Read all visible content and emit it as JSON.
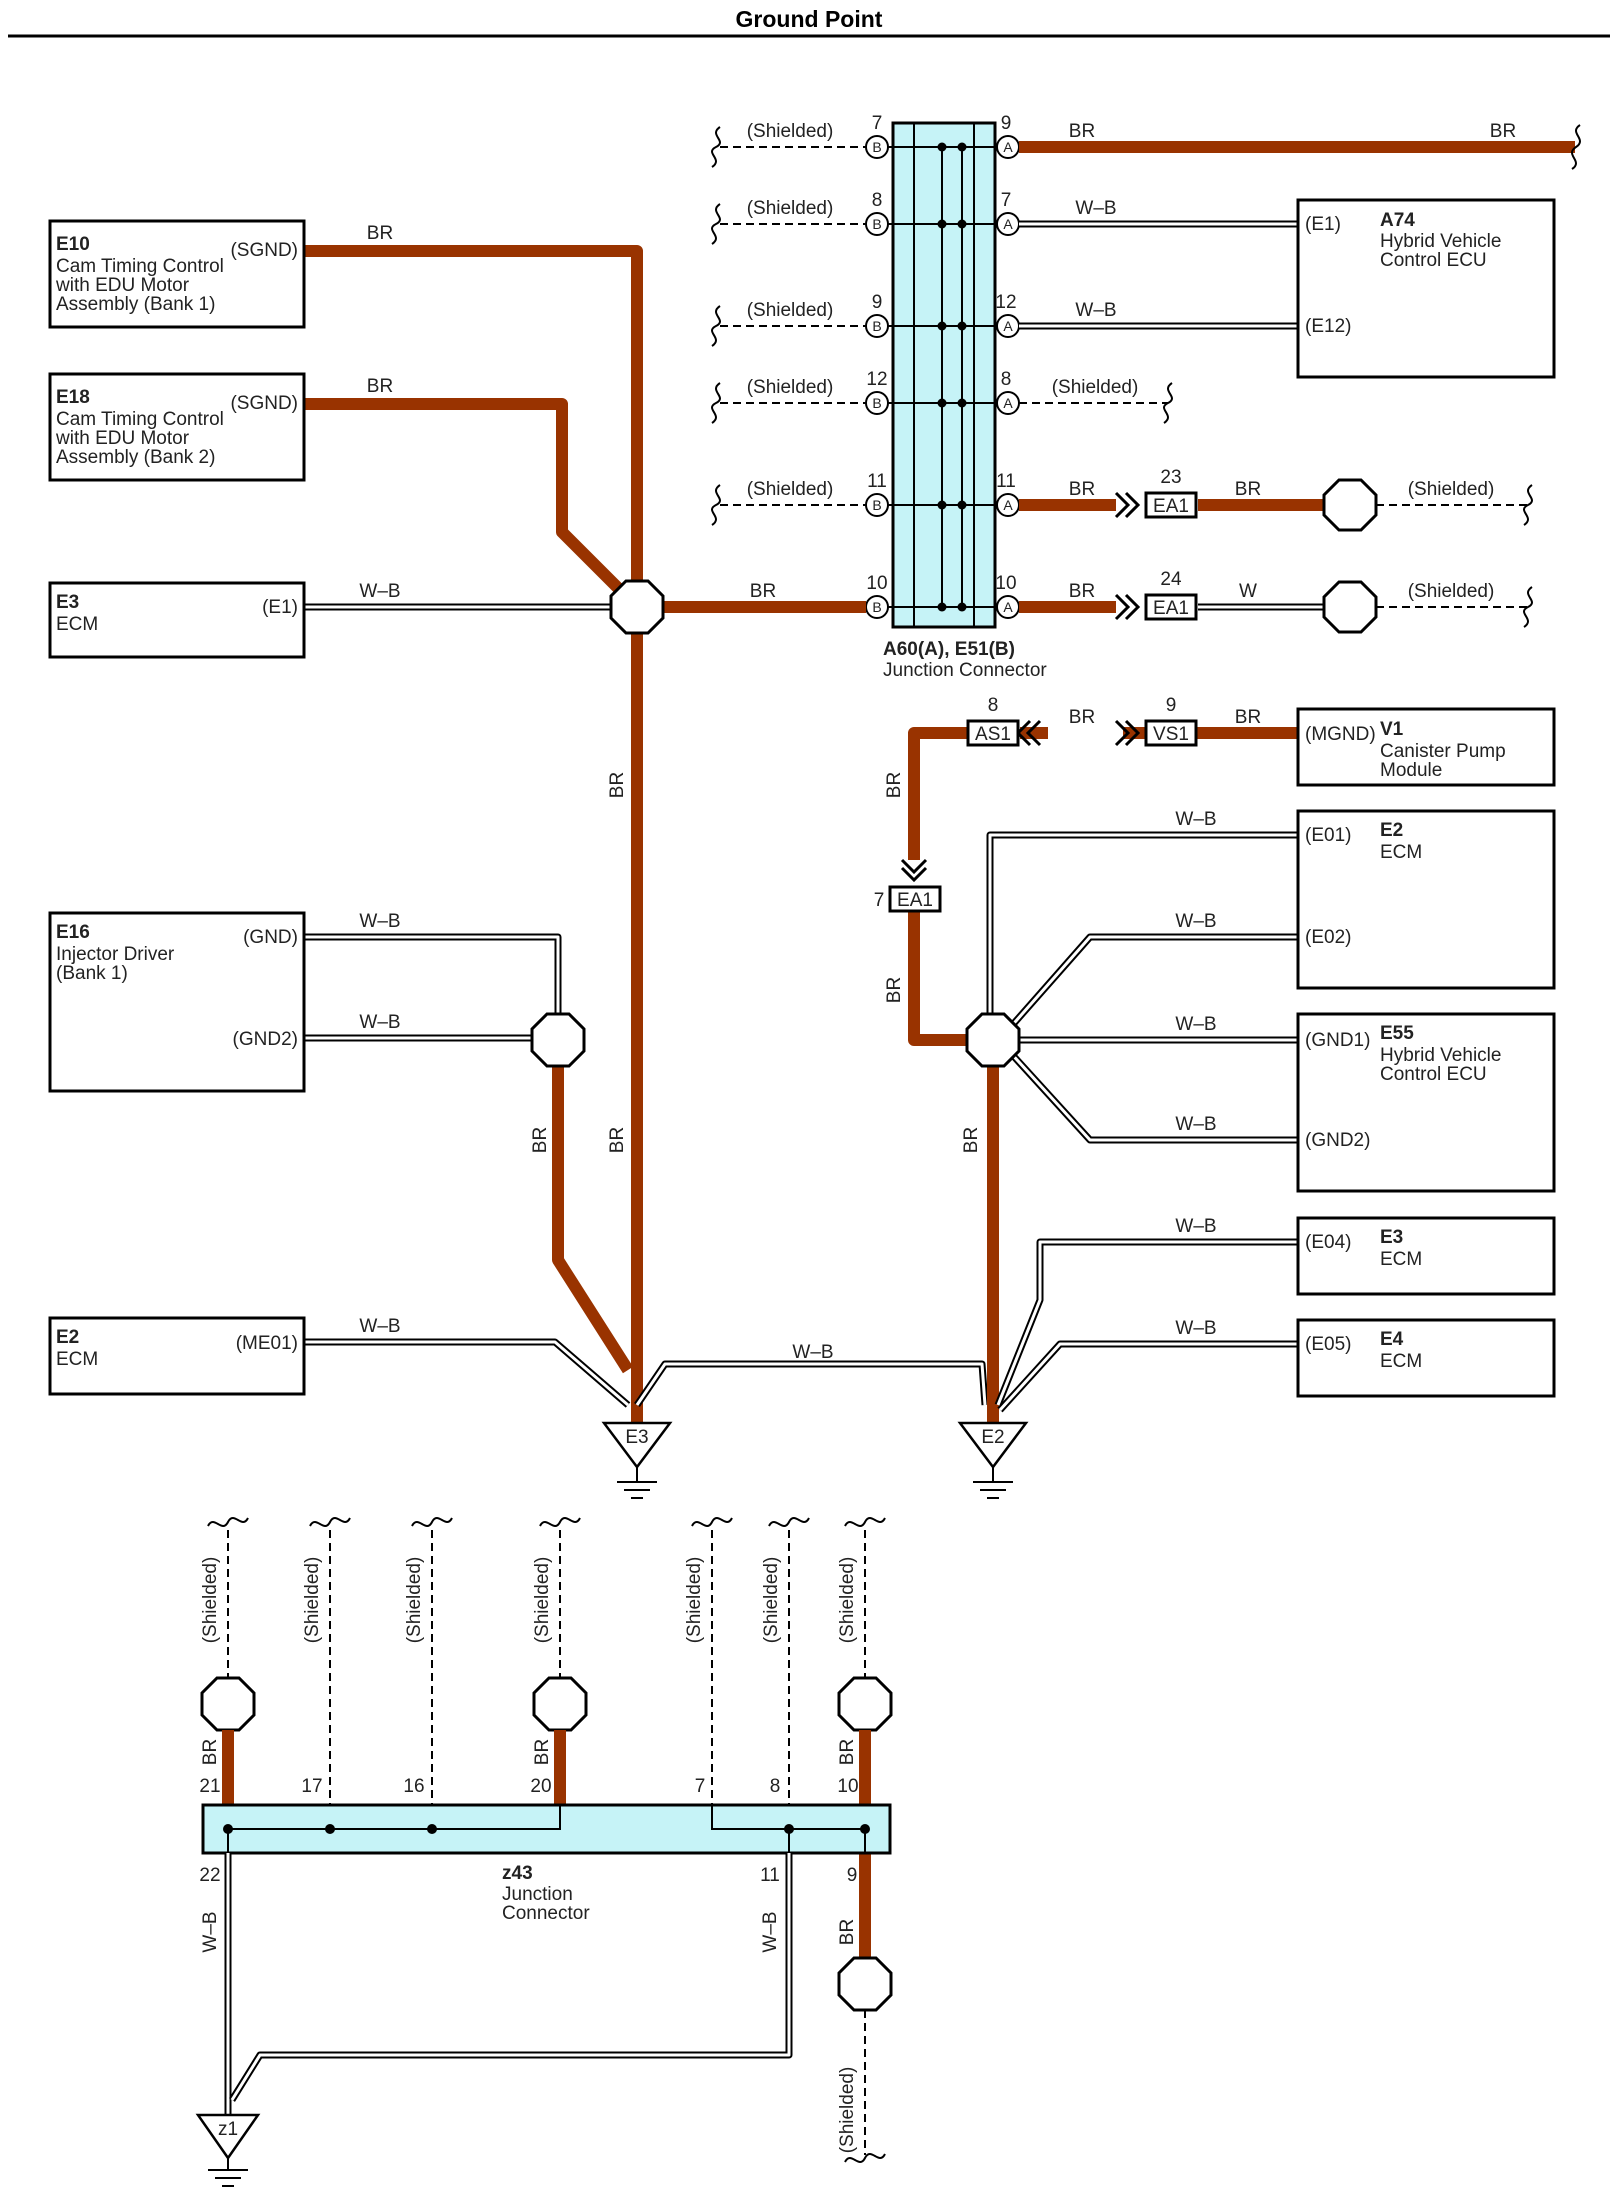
{
  "title": "Ground Point",
  "colors": {
    "br_wire": "#993300",
    "connector_fill": "#c6f3f7"
  },
  "components": {
    "e10": {
      "code": "E10",
      "name": [
        "Cam Timing Control",
        "with EDU Motor",
        "Assembly (Bank 1)"
      ],
      "pin": "(SGND)"
    },
    "e18": {
      "code": "E18",
      "name": [
        "Cam Timing Control",
        "with EDU Motor",
        "Assembly (Bank 2)"
      ],
      "pin": "(SGND)"
    },
    "e3_left": {
      "code": "E3",
      "name": [
        "ECM"
      ],
      "pin": "(E1)"
    },
    "e16": {
      "code": "E16",
      "name": [
        "Injector Driver",
        "(Bank 1)"
      ],
      "pins": [
        "(GND)",
        "(GND2)"
      ]
    },
    "e2_left": {
      "code": "E2",
      "name": [
        "ECM"
      ],
      "pin": "(ME01)"
    },
    "a74": {
      "code": "A74",
      "name": [
        "Hybrid Vehicle",
        "Control ECU"
      ],
      "pins": [
        "(E1)",
        "(E12)"
      ]
    },
    "v1": {
      "code": "V1",
      "name": [
        "Canister Pump",
        "Module"
      ],
      "pin": "(MGND)"
    },
    "e2_right": {
      "code": "E2",
      "name": [
        "ECM"
      ],
      "pins": [
        "(E01)",
        "(E02)"
      ]
    },
    "e55": {
      "code": "E55",
      "name": [
        "Hybrid Vehicle",
        "Control ECU"
      ],
      "pins": [
        "(GND1)",
        "(GND2)"
      ]
    },
    "e3_right": {
      "code": "E3",
      "name": [
        "ECM"
      ],
      "pin": "(E04)"
    },
    "e4": {
      "code": "E4",
      "name": [
        "ECM"
      ],
      "pin": "(E05)"
    }
  },
  "junction_a60": {
    "title": "A60(A), E51(B)",
    "subtitle": "Junction Connector"
  },
  "junction_z43": {
    "code": "z43",
    "name": [
      "Junction",
      "Connector"
    ]
  },
  "wire_colors": {
    "br": "BR",
    "wb": "W–B",
    "w": "W"
  },
  "shielded": "(Shielded)",
  "pin_letters": {
    "a": "A",
    "b": "B"
  },
  "a60_rows": [
    {
      "b_pin": "7",
      "a_pin": "9",
      "a_label": "BR"
    },
    {
      "b_pin": "8",
      "a_pin": "7",
      "a_label": "W–B"
    },
    {
      "b_pin": "9",
      "a_pin": "12",
      "a_label": "W–B"
    },
    {
      "b_pin": "12",
      "a_pin": "8",
      "a_label": "(Shielded)"
    },
    {
      "b_pin": "11",
      "a_pin": "11",
      "a_label": "BR"
    },
    {
      "b_pin": "10",
      "a_pin": "10",
      "a_label": "BR"
    }
  ],
  "inline_connectors": {
    "ea1_23": {
      "num": "23",
      "label": "EA1"
    },
    "ea1_24": {
      "num": "24",
      "label": "EA1"
    },
    "as1": {
      "num": "8",
      "label": "AS1"
    },
    "vs1": {
      "num": "9",
      "label": "VS1"
    },
    "ea1_7": {
      "num": "7",
      "label": "EA1"
    }
  },
  "grounds": {
    "e3": "E3",
    "e2": "E2",
    "z1": "z1"
  },
  "z43_top_pins": [
    "21",
    "17",
    "16",
    "20",
    "7",
    "8",
    "10"
  ],
  "z43_bottom_pins": [
    "22",
    "11",
    "9"
  ]
}
